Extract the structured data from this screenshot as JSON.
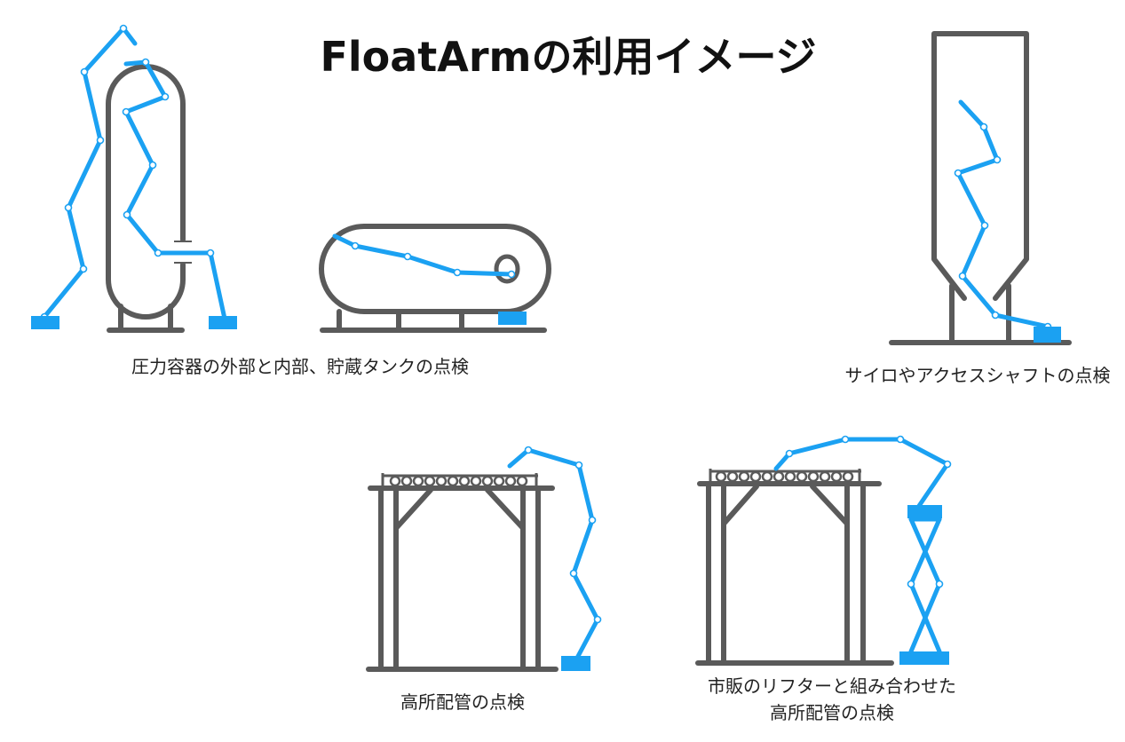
{
  "title": "FloatArmの利用イメージ",
  "scenes": [
    {
      "caption": "圧力容器の外部と内部、貯蔵タンクの点検"
    },
    {
      "caption": "サイロやアクセスシャフトの点検"
    },
    {
      "caption": "高所配管の点検"
    },
    {
      "caption_line1": "市販のリフターと組み合わせた",
      "caption_line2": "高所配管の点検"
    }
  ],
  "colors": {
    "arm": "#1ba1f2",
    "structure": "#5a5a5a",
    "text": "#111111"
  }
}
